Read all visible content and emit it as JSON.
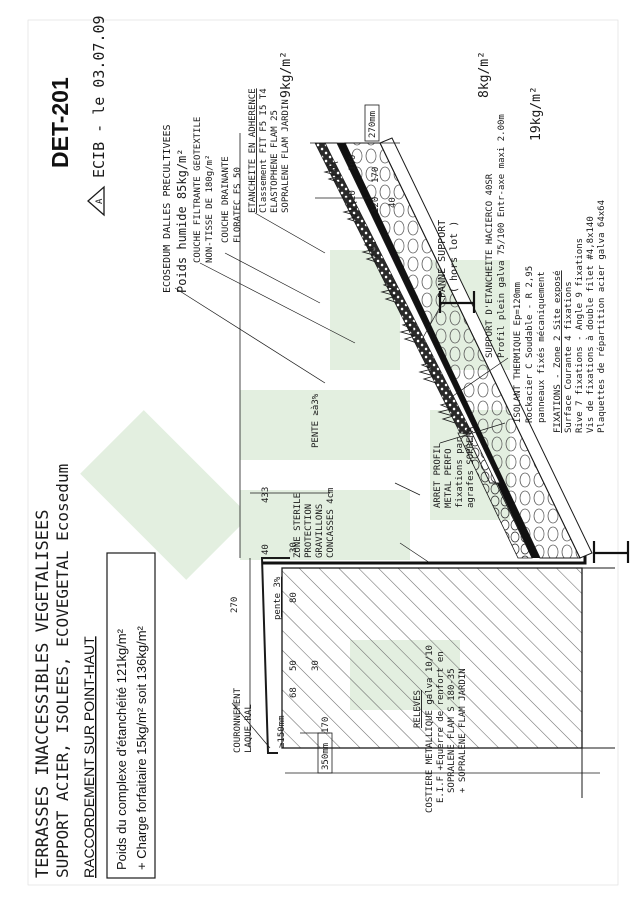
{
  "header": {
    "code": "DET-201",
    "issuer": "ECIB - le 03.07.09",
    "title_line1": "TERRASSES INACCESSIBLES VEGETALISEES",
    "title_line2": "SUPPORT ACIER, ISOLEES, ECOVEGETAL Ecosedum",
    "subtitle": "RACCORDEMENT SUR POINT-HAUT",
    "weight_line1": "Poids du complexe d'étanchéité  121kg/m²",
    "weight_line2": "+ Charge forfaitaire 15kg/m² soit 136kg/m²"
  },
  "labels": {
    "ecosedum_1": "ECOSEDUM DALLES PRECULTIVEES",
    "ecosedum_2": "Poids humide 85kg/m²",
    "filtrante_1": "COUCHE FILTRANTE GEOTEXTILE",
    "filtrante_2": "NON-TISSE DE 180g/m²",
    "drainante_1": "COUCHE DRAINANTE",
    "drainante_2": "FLORATEC FS 50",
    "etancheite_1": "ETANCHEITE EN ADHERENCE",
    "etancheite_2": "Classement    FIT F5 I5 T4",
    "etancheite_3": "ELASTOPHENE FLAM 25",
    "etancheite_4": "SOPRALENE FLAM JARDIN",
    "etancheite_weight": "9kg/m²",
    "panne_1": "PANNE SUPPORT",
    "panne_2": "( hors lot )",
    "support_1": "SUPPORT D'ETANCHEITE HACIERCO 40SR",
    "support_2": "Profil plein galva 75/100 Entr-axe maxi 2.00m",
    "support_weight": "8kg/m²",
    "isolant_1": "ISOLANT THERMIQUE  Ep=120mm",
    "isolant_2": "Rockacier C Soudable - R 2,95",
    "isolant_3": "panneaux fixés mécaniquement",
    "isolant_weight": "19kg/m²",
    "fixations_1": "FIXATIONS - Zone 2  Site exposé",
    "fixations_2": "Surface Courante 4 fixations",
    "fixations_3": "Rive 7 fixations - Angle 9 fixations",
    "fixations_4": "Vis de fixations à double filet #4,8x140",
    "fixations_5": "Plaquettes de répartition acier galva 64x64",
    "pente": "PENTE ≥à3%",
    "zone_1": "ZONE STERILE",
    "zone_2": "PROTECTION",
    "zone_3": "GRAVILLONS",
    "zone_4": "CONCASSES 4cm",
    "arret_1": "ARRET PROFIL",
    "arret_2": "METAL PERFO",
    "arret_3": "fixations par",
    "arret_4": "agrafes SOPREMA",
    "couronnement_1": "COURONNEMENT",
    "couronnement_2": "LAQUE RAL",
    "releves_1": "RELEVES",
    "releves_2": "COSTIERE METALLIQUE galva 10/10",
    "releves_3": "E.I.F +Equerre de renfort en",
    "releves_4": "SOPRALENE FLAM S 180-35",
    "releves_5": "+ SOPRALENE FLAM JARDIN",
    "pente_parapet": "pente 3%"
  },
  "dimensions": {
    "d270mm": "270mm",
    "d100": "100",
    "d10": "10",
    "d120": "120",
    "d40": "40",
    "d170": "170",
    "d433": "433",
    "d40b": "40",
    "d30": "30",
    "d270": "270",
    "d80": "80",
    "d50": "50",
    "d30b": "30",
    "d68": "68",
    "d150": "≥150mm",
    "d170b": "170",
    "d350": "350mm"
  },
  "colors": {
    "ink": "#1a1a1a",
    "watermark": "#e3efe0",
    "hatch": "#6a6a6a"
  }
}
